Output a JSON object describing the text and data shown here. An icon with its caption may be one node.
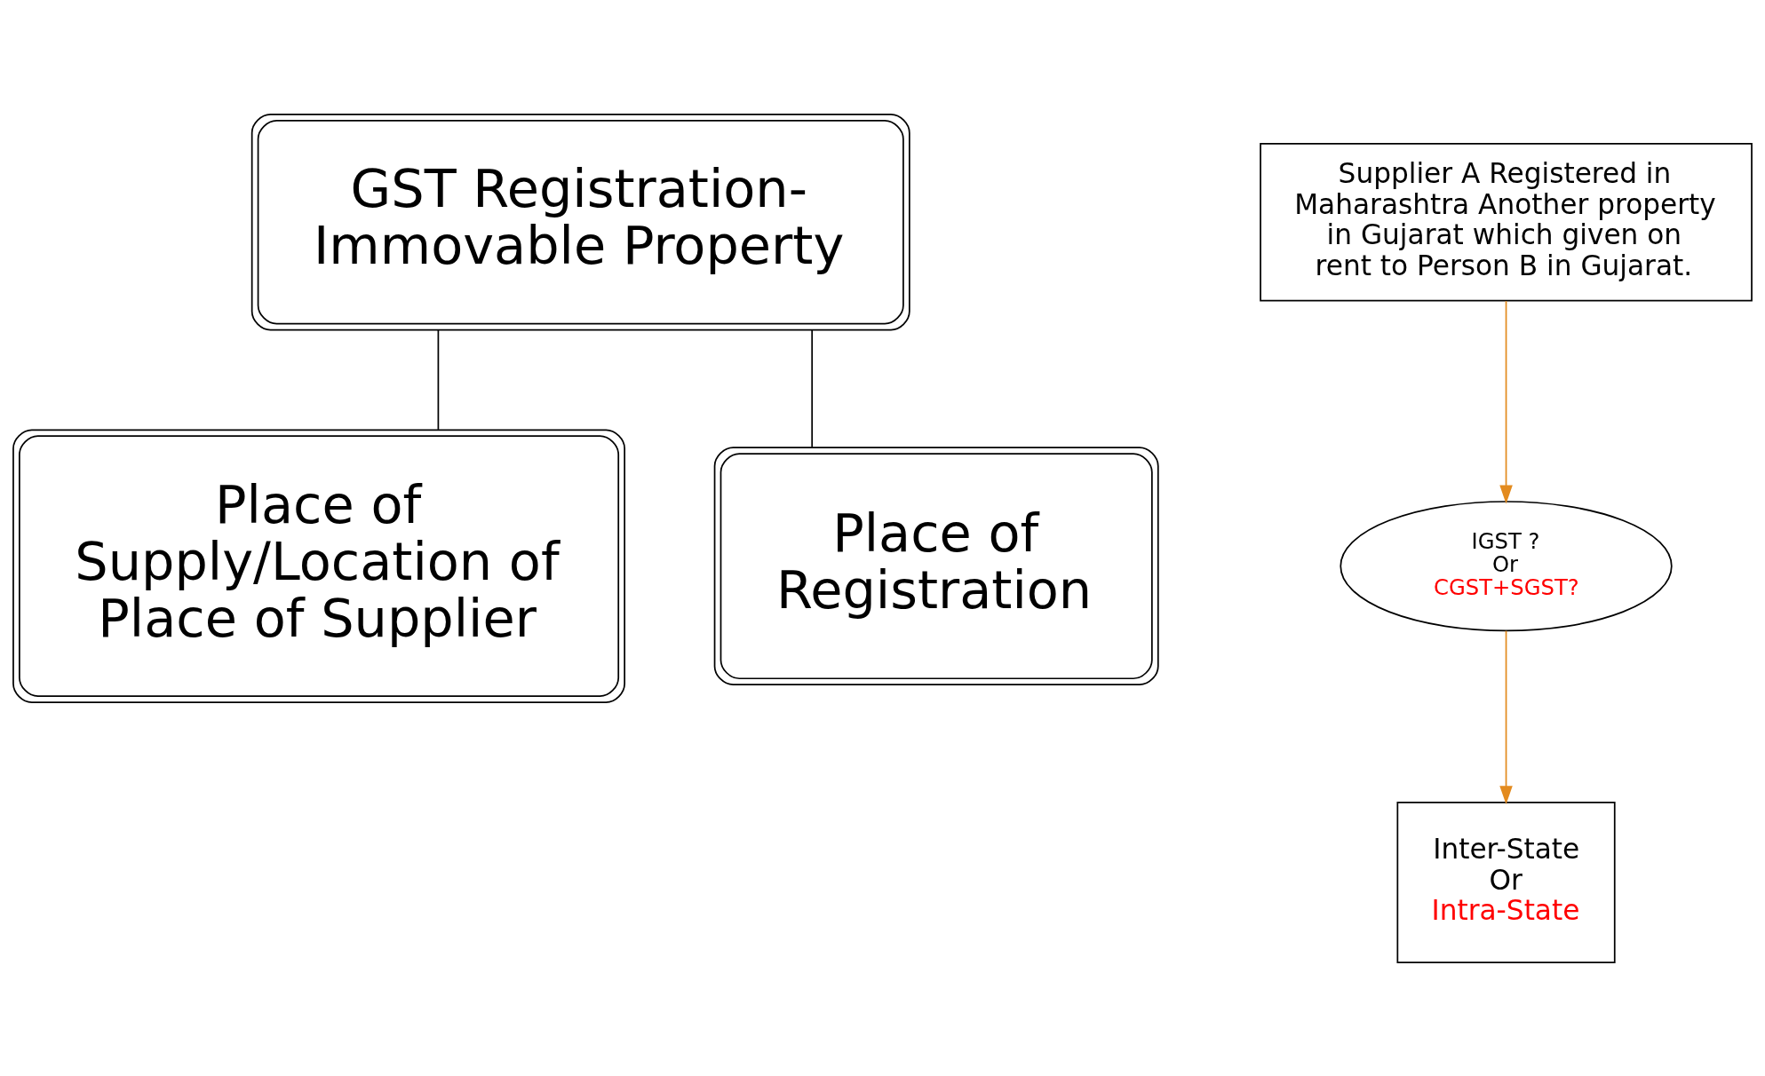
{
  "diagram": {
    "nodes": [
      {
        "text": [
          "GST Registration- Immovable Property"
        ]
      },
      {
        "text": [
          "Place of Supply/Location of Place of Supplier"
        ]
      },
      {
        "text": [
          "Place of Registration"
        ]
      },
      {
        "text": [
          "Supplier A Registered in Maharashtra Another property in Gujarat which given on rent to Person B in Gujarat."
        ]
      },
      {
        "text": [
          "IGST ?",
          "Or",
          "CGST+SGST?"
        ]
      },
      {
        "text": [
          "Inter-State",
          "Or",
          "Intra-State"
        ]
      }
    ],
    "edges": [
      {
        "from": 0,
        "to": 1,
        "arrow": "none"
      },
      {
        "from": 0,
        "to": 2,
        "arrow": "none"
      },
      {
        "from": 3,
        "to": 4,
        "arrow": "to",
        "color": "#e38b1f"
      },
      {
        "from": 4,
        "to": 5,
        "arrow": "to",
        "color": "#e38b1f"
      }
    ]
  }
}
